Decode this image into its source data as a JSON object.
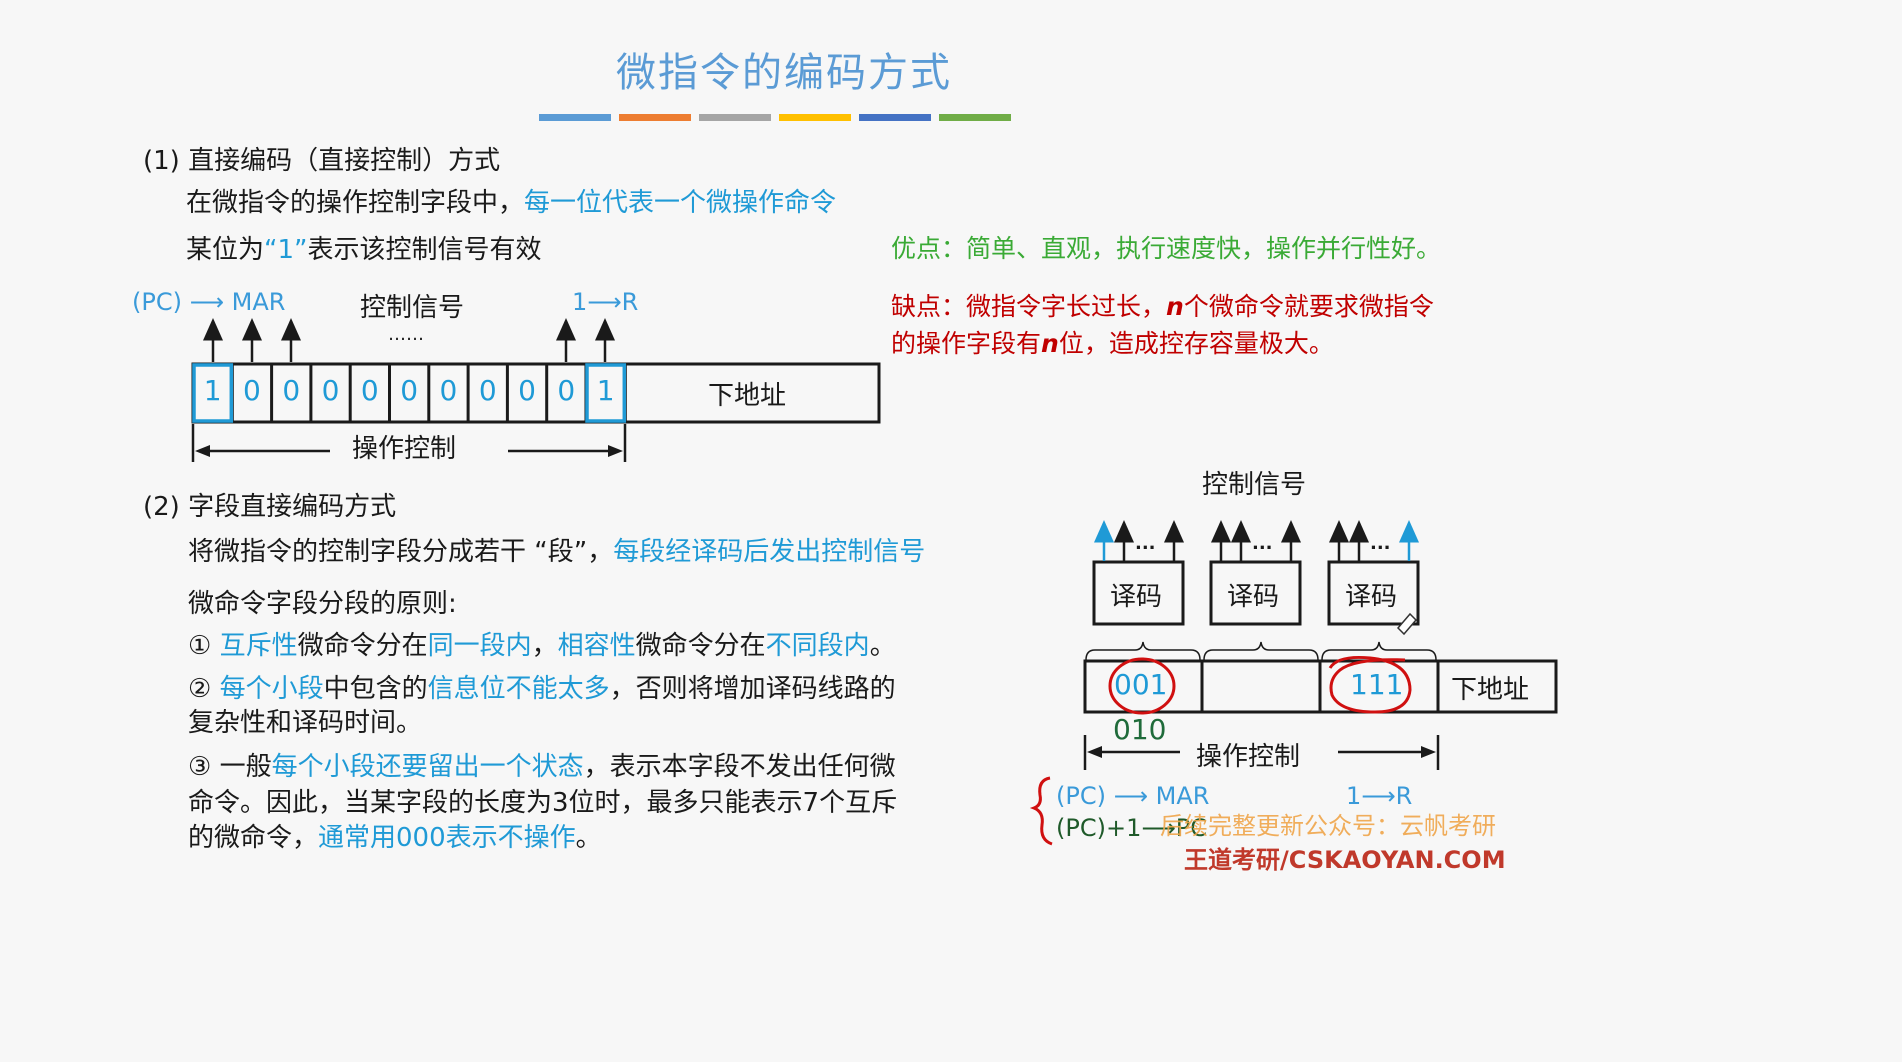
{
  "title": "微指令的编码方式",
  "color_bars": [
    "#5b9bd5",
    "#ed7d31",
    "#a5a5a5",
    "#ffc000",
    "#4472c4",
    "#70ad47"
  ],
  "section1": {
    "heading": "(1) 直接编码（直接控制）方式",
    "line1_prefix": "在微指令的操作控制字段中，",
    "line1_highlight": "每一位代表一个微操作命令",
    "line2_prefix": "某位为",
    "line2_quote": "“1”",
    "line2_suffix": "表示该控制信号有效",
    "pros": "优点：简单、直观，执行速度快，操作并行性好。",
    "cons_line1_a": "缺点：微指令字长过长，",
    "cons_line1_n": "n",
    "cons_line1_b": "个微命令就要求微指令",
    "cons_line2_a": "的操作字段有",
    "cons_line2_n": "n",
    "cons_line2_b": "位，造成控存容量极大。",
    "diagram": {
      "label_pc_mar": "(PC) ⟶ MAR",
      "label_control": "控制信号",
      "label_dots": "……",
      "label_1r": "1⟶R",
      "bits": [
        "1",
        "0",
        "0",
        "0",
        "0",
        "0",
        "0",
        "0",
        "0",
        "0",
        "1"
      ],
      "next_addr": "下地址",
      "op_control": "操作控制"
    }
  },
  "section2": {
    "heading": "(2) 字段直接编码方式",
    "line1_prefix": "将微指令的控制字段分成若干 “段”，",
    "line1_highlight": "每段经译码后发出控制信号",
    "principle": "微命令字段分段的原则:",
    "item1": [
      {
        "t": "① ",
        "c": "dark"
      },
      {
        "t": "互斥性",
        "c": "blue"
      },
      {
        "t": "微命令分在",
        "c": "dark"
      },
      {
        "t": "同一段内",
        "c": "blue"
      },
      {
        "t": "，",
        "c": "dark"
      },
      {
        "t": "相容性",
        "c": "blue"
      },
      {
        "t": "微命令分在",
        "c": "dark"
      },
      {
        "t": "不同段内",
        "c": "blue"
      },
      {
        "t": "。",
        "c": "dark"
      }
    ],
    "item2_line1": [
      {
        "t": "② ",
        "c": "dark"
      },
      {
        "t": "每个小段",
        "c": "blue"
      },
      {
        "t": "中包含的",
        "c": "dark"
      },
      {
        "t": "信息位不能太多",
        "c": "blue"
      },
      {
        "t": "，否则将增加译码线路的",
        "c": "dark"
      }
    ],
    "item2_line2": "复杂性和译码时间。",
    "item3_line1": [
      {
        "t": "③ 一般",
        "c": "dark"
      },
      {
        "t": "每个小段还要留出一个状态",
        "c": "blue"
      },
      {
        "t": "，表示本字段不发出任何微",
        "c": "dark"
      }
    ],
    "item3_line2": "命令。因此，当某字段的长度为3位时，最多只能表示7个互斥",
    "item3_line3": [
      {
        "t": "的微命令，",
        "c": "dark"
      },
      {
        "t": "通常用000表示不操作",
        "c": "blue"
      },
      {
        "t": "。",
        "c": "dark"
      }
    ],
    "diagram": {
      "control_signal": "控制信号",
      "decoder_label": "译码",
      "dots": "...",
      "field1": "001",
      "field3": "111",
      "next_addr": "下地址",
      "annotation_010": "010",
      "op_control": "操作控制",
      "pc_mar": "(PC) ⟶ MAR",
      "r1": "1⟶R",
      "pc_plus1": "(PC)+1⟶PC"
    }
  },
  "watermark": {
    "line1": "后续完整更新公众号：云帆考研",
    "line2": "王道考研/CSKAOYAN.COM"
  }
}
